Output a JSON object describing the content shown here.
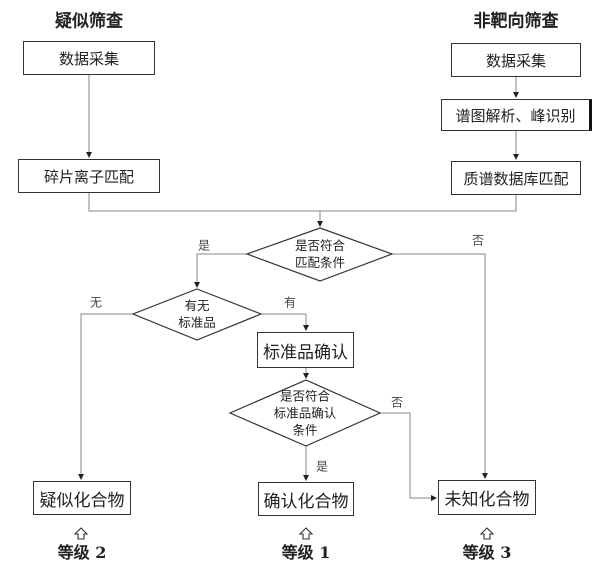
{
  "columns": {
    "left_title": "疑似筛查",
    "right_title": "非靶向筛查"
  },
  "nodes": {
    "left_collect": "数据采集",
    "left_fragment_match": "碎片离子匹配",
    "right_collect": "数据采集",
    "right_spectrum_parse": "谱图解析、峰识别",
    "right_db_match": "质谱数据库匹配",
    "decision_match": [
      "是否符合",
      "匹配条件"
    ],
    "decision_standard": [
      "有无",
      "标准品"
    ],
    "standard_confirm": "标准品确认",
    "decision_standard_confirm": [
      "是否符合",
      "标准品确认",
      "条件"
    ],
    "suspect_compound": "疑似化合物",
    "confirmed_compound": "确认化合物",
    "unknown_compound": "未知化合物"
  },
  "edge_labels": {
    "match_yes": "是",
    "match_no": "否",
    "standard_none": "无",
    "standard_has": "有",
    "confirm_yes": "是",
    "confirm_no": "否"
  },
  "levels": {
    "suspect": "等级 2",
    "confirmed": "等级 1",
    "unknown": "等级 3"
  },
  "icons": {
    "level_arrow": "up-outline-arrow"
  }
}
